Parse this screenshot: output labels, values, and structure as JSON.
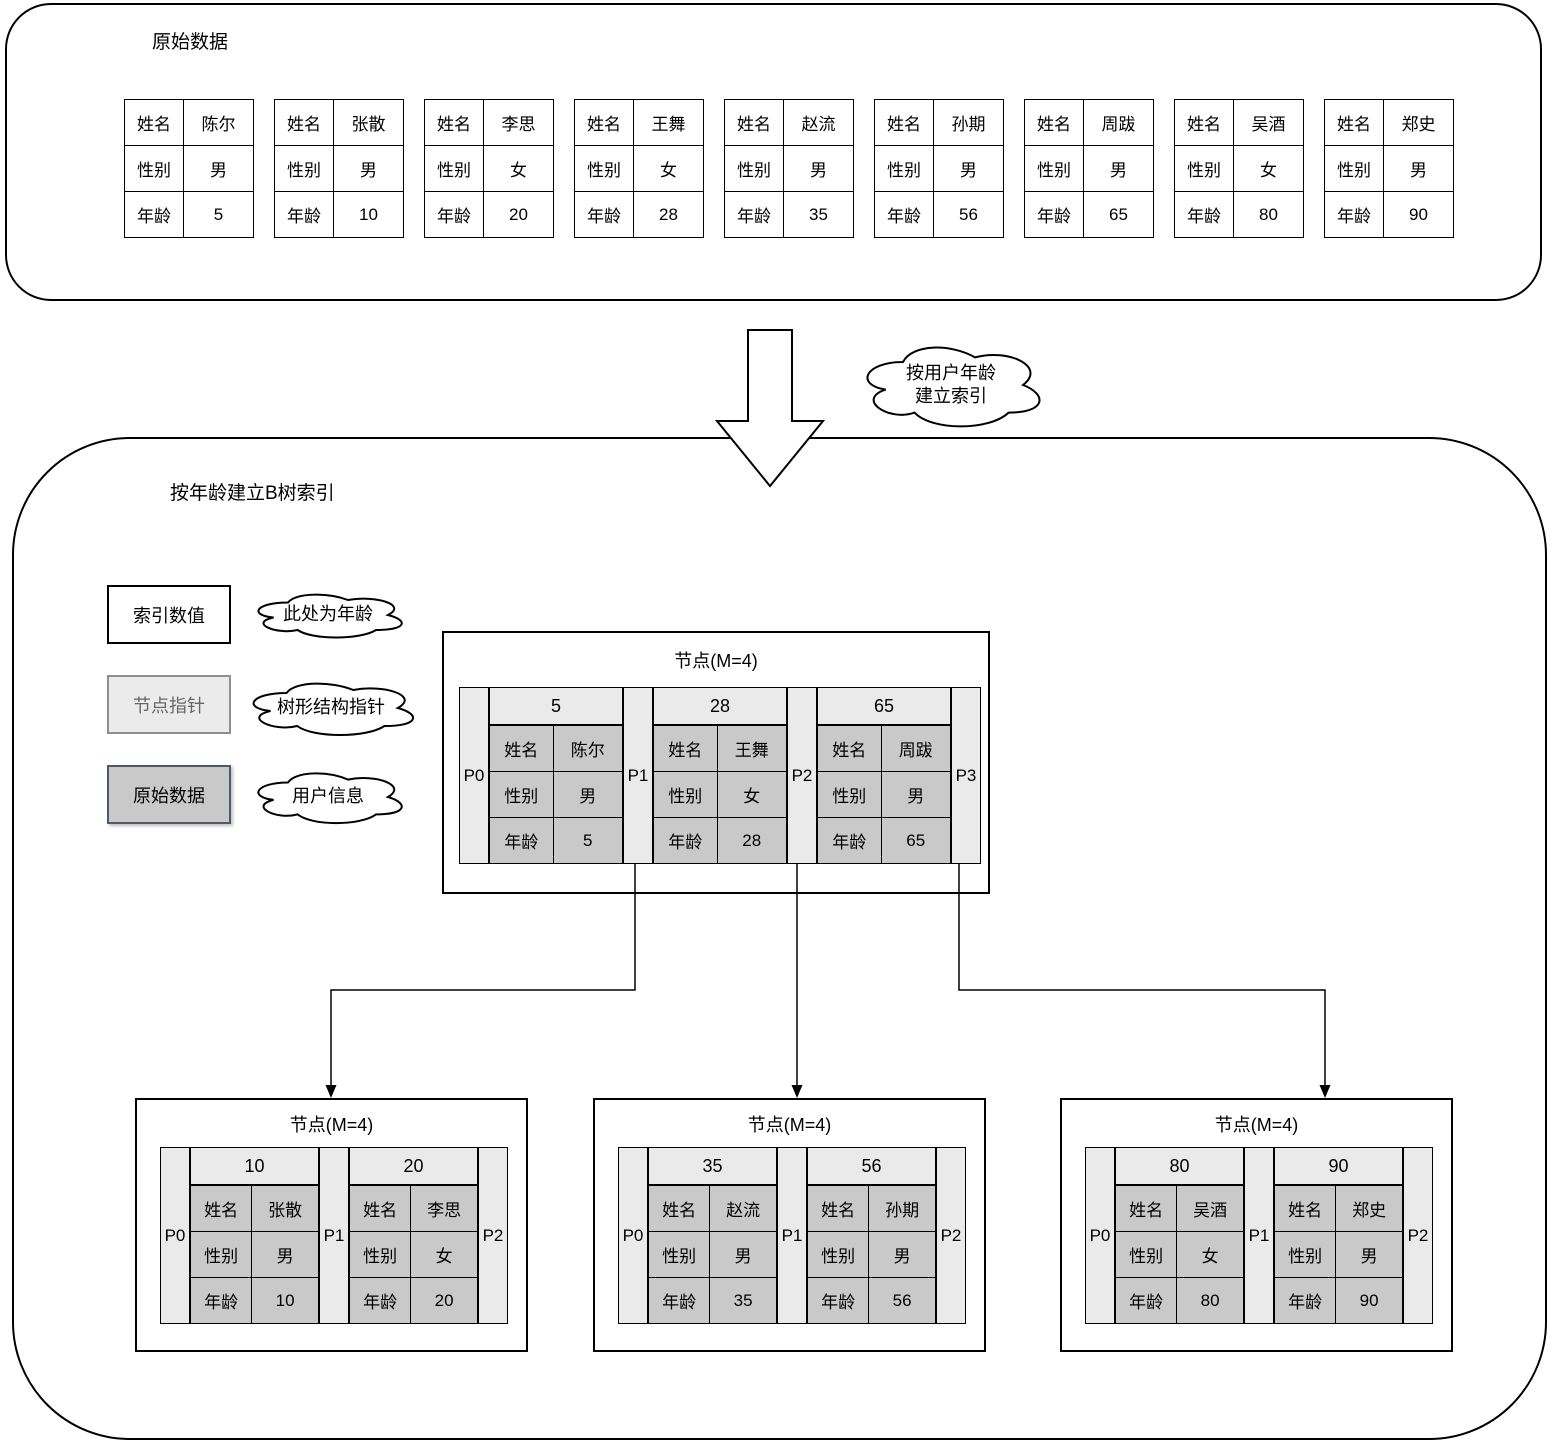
{
  "colors": {
    "cell_light": "#eaeaea",
    "cell_dark": "#c9c9c9",
    "pointer_legend_text": "#666666",
    "data_legend_border": "#4c5b6b",
    "line": "#000000"
  },
  "field_labels": {
    "name": "姓名",
    "gender": "性别",
    "age": "年龄"
  },
  "top_section": {
    "title": "原始数据",
    "records": [
      {
        "name": "陈尔",
        "gender": "男",
        "age": "5"
      },
      {
        "name": "张散",
        "gender": "男",
        "age": "10"
      },
      {
        "name": "李思",
        "gender": "女",
        "age": "20"
      },
      {
        "name": "王舞",
        "gender": "女",
        "age": "28"
      },
      {
        "name": "赵流",
        "gender": "男",
        "age": "35"
      },
      {
        "name": "孙期",
        "gender": "男",
        "age": "56"
      },
      {
        "name": "周跋",
        "gender": "男",
        "age": "65"
      },
      {
        "name": "吴酒",
        "gender": "女",
        "age": "80"
      },
      {
        "name": "郑史",
        "gender": "男",
        "age": "90"
      }
    ]
  },
  "transform": {
    "cloud_line1": "按用户年龄",
    "cloud_line2": "建立索引"
  },
  "btree": {
    "title": "按年龄建立B树索引",
    "legend": [
      {
        "box_label": "索引数值",
        "cloud_text": "此处为年龄"
      },
      {
        "box_label": "节点指针",
        "cloud_text": "树形结构指针"
      },
      {
        "box_label": "原始数据",
        "cloud_text": "用户信息"
      }
    ],
    "root": {
      "title": "节点(M=4)",
      "pointers": [
        "P0",
        "P1",
        "P2",
        "P3"
      ],
      "entries": [
        {
          "key": "5",
          "record": {
            "name": "陈尔",
            "gender": "男",
            "age": "5"
          }
        },
        {
          "key": "28",
          "record": {
            "name": "王舞",
            "gender": "女",
            "age": "28"
          }
        },
        {
          "key": "65",
          "record": {
            "name": "周跋",
            "gender": "男",
            "age": "65"
          }
        }
      ]
    },
    "leaves": [
      {
        "title": "节点(M=4)",
        "pointers": [
          "P0",
          "P1",
          "P2"
        ],
        "entries": [
          {
            "key": "10",
            "record": {
              "name": "张散",
              "gender": "男",
              "age": "10"
            }
          },
          {
            "key": "20",
            "record": {
              "name": "李思",
              "gender": "女",
              "age": "20"
            }
          }
        ]
      },
      {
        "title": "节点(M=4)",
        "pointers": [
          "P0",
          "P1",
          "P2"
        ],
        "entries": [
          {
            "key": "35",
            "record": {
              "name": "赵流",
              "gender": "男",
              "age": "35"
            }
          },
          {
            "key": "56",
            "record": {
              "name": "孙期",
              "gender": "男",
              "age": "56"
            }
          }
        ]
      },
      {
        "title": "节点(M=4)",
        "pointers": [
          "P0",
          "P1",
          "P2"
        ],
        "entries": [
          {
            "key": "80",
            "record": {
              "name": "吴酒",
              "gender": "女",
              "age": "80"
            }
          },
          {
            "key": "90",
            "record": {
              "name": "郑史",
              "gender": "男",
              "age": "90"
            }
          }
        ]
      }
    ]
  }
}
